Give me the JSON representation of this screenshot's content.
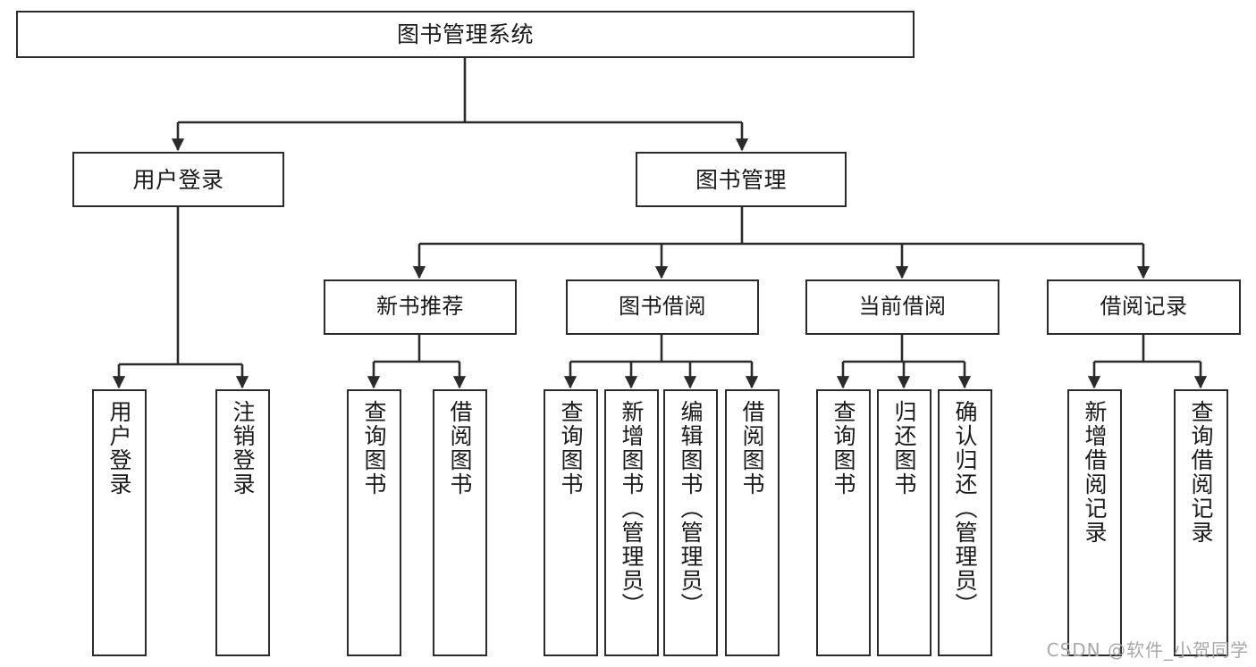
{
  "diagram": {
    "title": "图书管理系统",
    "watermark": "CSDN @软件_小贺同学",
    "line_color": "#2b2b2b",
    "box_fill": "#ffffff",
    "text_color": "#1a1a1a",
    "watermark_color": "#a8a8a8"
  },
  "nodes": {
    "root": {
      "label": "图书管理系统"
    },
    "level2": [
      {
        "label": "用户登录"
      },
      {
        "label": "图书管理"
      }
    ],
    "level3": [
      {
        "label": "新书推荐"
      },
      {
        "label": "图书借阅"
      },
      {
        "label": "当前借阅"
      },
      {
        "label": "借阅记录"
      }
    ],
    "leaves": {
      "user_login": [
        {
          "label": "用户登录"
        },
        {
          "label": "注销登录"
        }
      ],
      "new_book_recommend": [
        {
          "label": "查询图书"
        },
        {
          "label": "借阅图书"
        }
      ],
      "book_borrow": [
        {
          "label": "查询图书"
        },
        {
          "label": "新增图书（管理员）"
        },
        {
          "label": "编辑图书（管理员）"
        },
        {
          "label": "借阅图书"
        }
      ],
      "current_borrow": [
        {
          "label": "查询图书"
        },
        {
          "label": "归还图书"
        },
        {
          "label": "确认归还（管理员）"
        }
      ],
      "borrow_record": [
        {
          "label": "新增借阅记录"
        },
        {
          "label": "查询借阅记录"
        }
      ]
    }
  }
}
